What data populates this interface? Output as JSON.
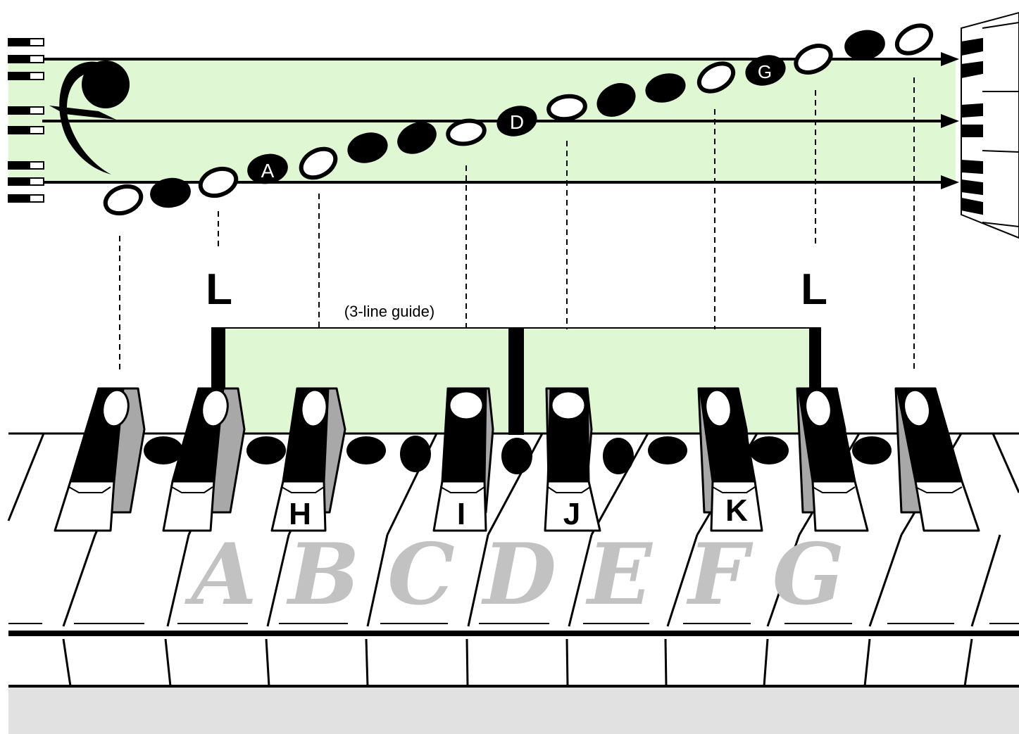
{
  "staff": {
    "clef": "bass-clef",
    "note_labels": [
      "A",
      "D",
      "G"
    ],
    "colors": {
      "band": "#dff7d2",
      "ink": "#000000",
      "key_grey": "#a8a8a8"
    }
  },
  "markers": {
    "left": "L",
    "right": "L"
  },
  "guide": {
    "caption": "(3-line guide)"
  },
  "black_key_labels": [
    "H",
    "I",
    "J",
    "K"
  ],
  "white_key_letters": [
    "A",
    "B",
    "C",
    "D",
    "E",
    "F",
    "G"
  ],
  "icons": {
    "left_keyboard": "keyboard-edge-icon",
    "right_keyboard": "keyboard-perspective-icon"
  }
}
